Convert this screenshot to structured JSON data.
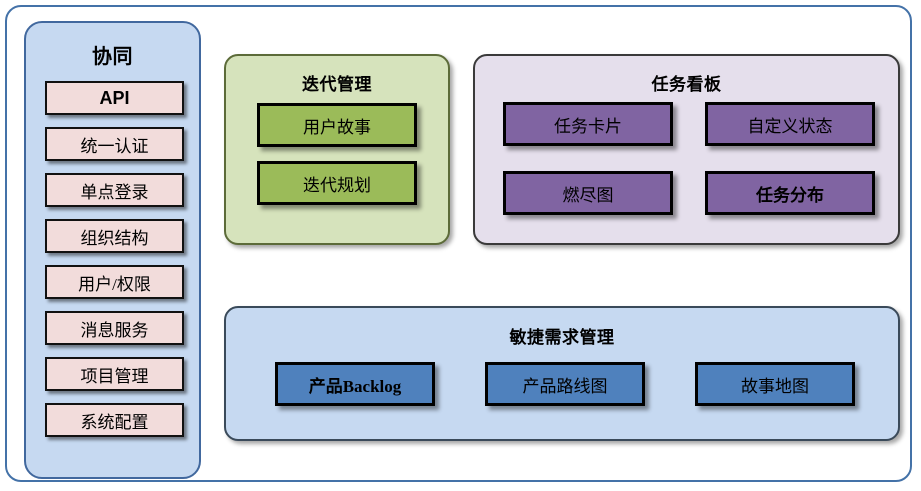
{
  "diagram": {
    "sidebar": {
      "title": "协同",
      "items": [
        {
          "label": "API",
          "style": "bold"
        },
        {
          "label": "统一认证",
          "style": "normal"
        },
        {
          "label": "单点登录",
          "style": "normal"
        },
        {
          "label": "组织结构",
          "style": "normal"
        },
        {
          "label": "用户/权限",
          "style": "normal"
        },
        {
          "label": "消息服务",
          "style": "normal"
        },
        {
          "label": "项目管理",
          "style": "normal"
        },
        {
          "label": "系统配置",
          "style": "normal"
        }
      ]
    },
    "panels": [
      {
        "id": "iteration",
        "title": "迭代管理",
        "items": [
          {
            "label": "用户故事"
          },
          {
            "label": "迭代规划"
          }
        ]
      },
      {
        "id": "taskboard",
        "title": "任务看板",
        "items": [
          {
            "label": "任务卡片"
          },
          {
            "label": "自定义状态"
          },
          {
            "label": "燃尽图"
          },
          {
            "label": "任务分布"
          }
        ]
      },
      {
        "id": "agile",
        "title": "敏捷需求管理",
        "items": [
          {
            "label": "产品Backlog"
          },
          {
            "label": "产品路线图"
          },
          {
            "label": "故事地图"
          }
        ]
      }
    ]
  },
  "colors": {
    "frame_border": "#4472A8",
    "sidebar_fill": "#C6D9F1",
    "sidebar_border": "#41689E",
    "sidebar_item_fill": "#F2DCDB",
    "iteration_panel_fill": "#D6E3BC",
    "iteration_item_fill": "#9BBB59",
    "taskboard_panel_fill": "#E5DFEC",
    "taskboard_item_fill": "#8064A2",
    "agile_panel_fill": "#C6D9F1",
    "agile_item_fill": "#4F81BD",
    "item_border": "#000000"
  }
}
